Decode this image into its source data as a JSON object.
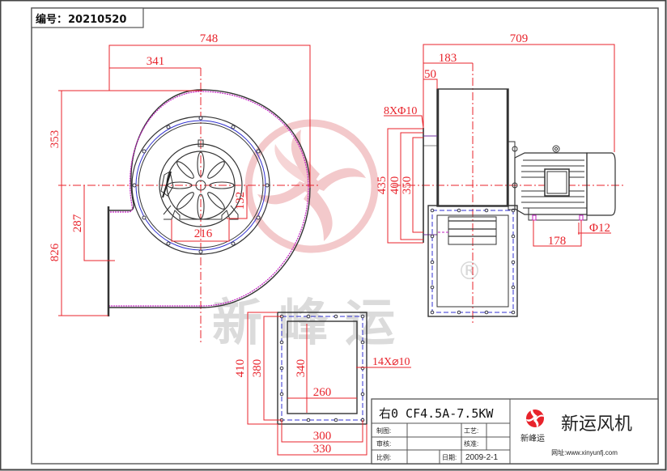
{
  "drawing": {
    "id_label": "编号：",
    "id_value": "20210520",
    "watermark": {
      "text": "新峰运",
      "registered": "®"
    },
    "front_view": {
      "dims": {
        "overall_width": "748",
        "center_offset": "341",
        "top_height": "353",
        "total_height": "826",
        "outlet_offset": "287",
        "motor_base_width": "216",
        "motor_center_height": "132"
      }
    },
    "side_view": {
      "dims": {
        "overall_length": "709",
        "center_depth": "183",
        "flange_depth": "50",
        "inlet_bolts": "8XΦ10",
        "inlet_outer": "435",
        "inlet_bolt_circle": "400",
        "inlet_inner": "350",
        "motor_foot_span": "178",
        "foot_hole": "Φ12"
      }
    },
    "outlet_flange": {
      "dims": {
        "outer_height": "410",
        "bolt_height": "380",
        "inner_height": "340",
        "inner_width": "260",
        "bolt_width": "300",
        "outer_width": "330",
        "bolt_holes": "14X⌀10"
      }
    },
    "colors": {
      "dimension": "#e8232b",
      "housing_outline": "#c020c0",
      "bolt_circle": "#3030d0",
      "line": "#333333",
      "watermark_red": "#f2c4c6",
      "watermark_gray": "#d8d8d8"
    }
  },
  "title_block": {
    "model": "右0 CF4.5A-7.5KW",
    "rows": [
      {
        "label": "制图:",
        "value": "",
        "label2": "工艺:",
        "value2": ""
      },
      {
        "label": "审核:",
        "value": "",
        "label2": "核准:",
        "value2": ""
      },
      {
        "label": "比例:",
        "value": "",
        "label2": "日期:",
        "value2": "2009-2-1"
      }
    ],
    "company_name": "新运风机",
    "logo_text": "新峰运",
    "website": "网址:www.xinyunfj.com"
  }
}
